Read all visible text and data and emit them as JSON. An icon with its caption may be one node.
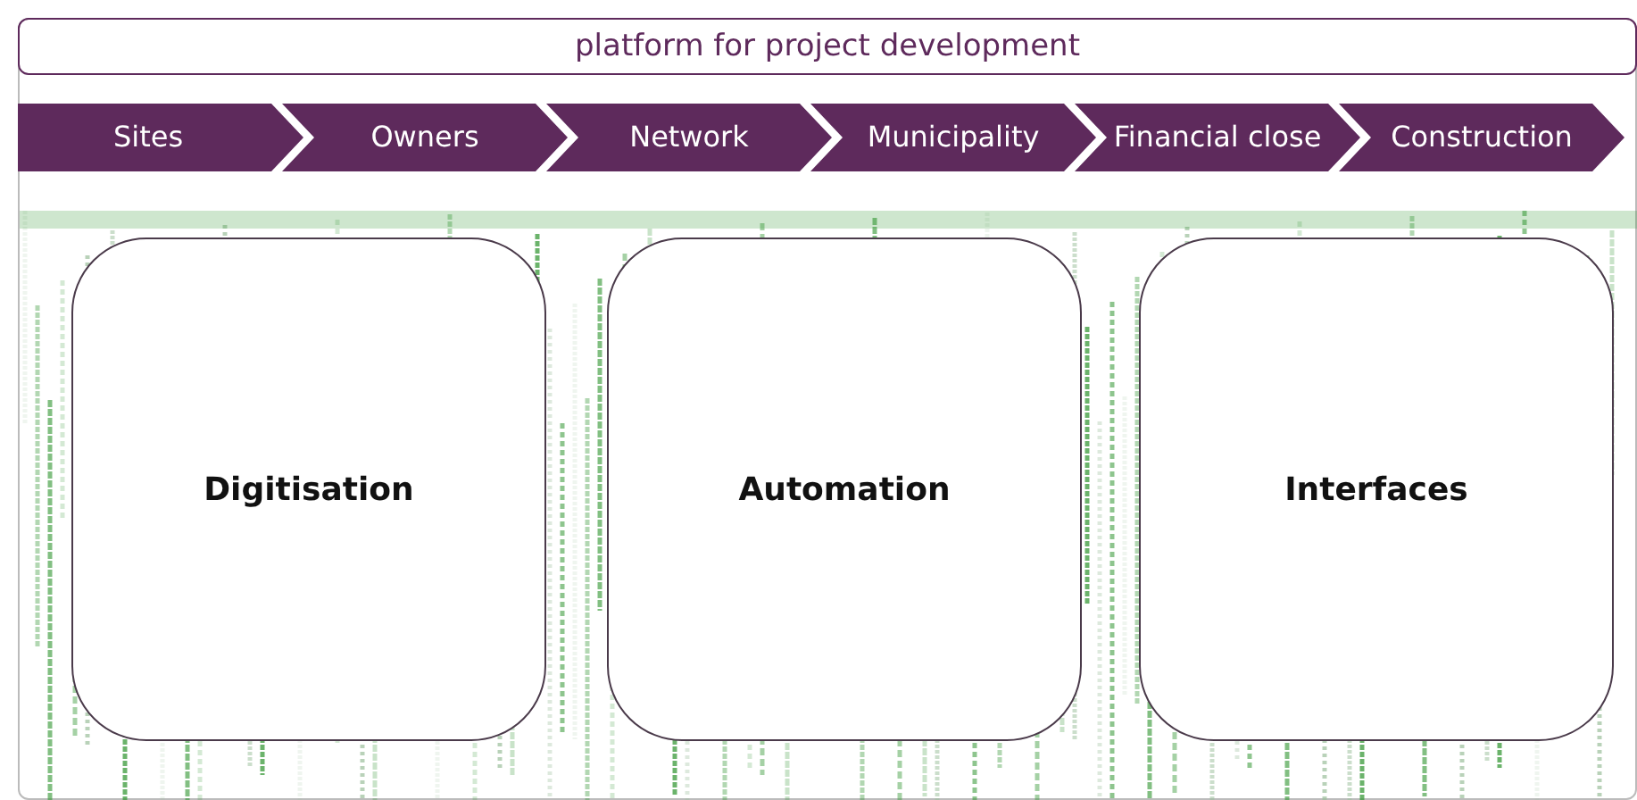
{
  "diagram": {
    "title": "platform for project development",
    "nodes": [
      {
        "text": [
          "Sites"
        ]
      },
      {
        "text": [
          "Owners"
        ]
      },
      {
        "text": [
          "Network"
        ]
      },
      {
        "text": [
          "Municipality"
        ]
      },
      {
        "text": [
          "Financial close"
        ]
      },
      {
        "text": [
          "Construction"
        ]
      },
      {
        "text": [
          "Digitisation"
        ]
      },
      {
        "text": [
          "Automation"
        ]
      },
      {
        "text": [
          "Interfaces"
        ]
      }
    ]
  }
}
